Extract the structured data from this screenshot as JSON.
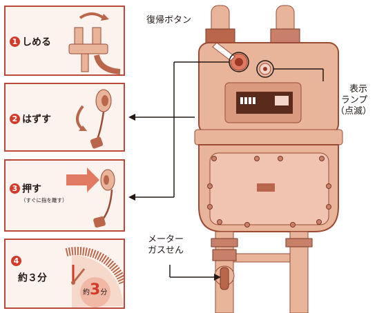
{
  "steps": [
    {
      "num": "1",
      "label": "しめる"
    },
    {
      "num": "2",
      "label": "はずす"
    },
    {
      "num": "3",
      "label": "押す",
      "sub": "（すぐに指を離す）"
    },
    {
      "num": "4",
      "label": "約３分",
      "dial_label_pre": "約",
      "dial_label_num": "3",
      "dial_label_post": "分"
    }
  ],
  "callouts": {
    "reset_button": "復帰ボタン",
    "lamp_line1": "表示",
    "lamp_line2": "ランプ",
    "lamp_line3": "（点滅）",
    "valve_line1": "メーター",
    "valve_line2": "ガスせん"
  },
  "colors": {
    "accent": "#b94a3a",
    "meter": "#e8b49a",
    "meter_dark": "#b9664a",
    "bg_box": "#fdf3ee"
  }
}
